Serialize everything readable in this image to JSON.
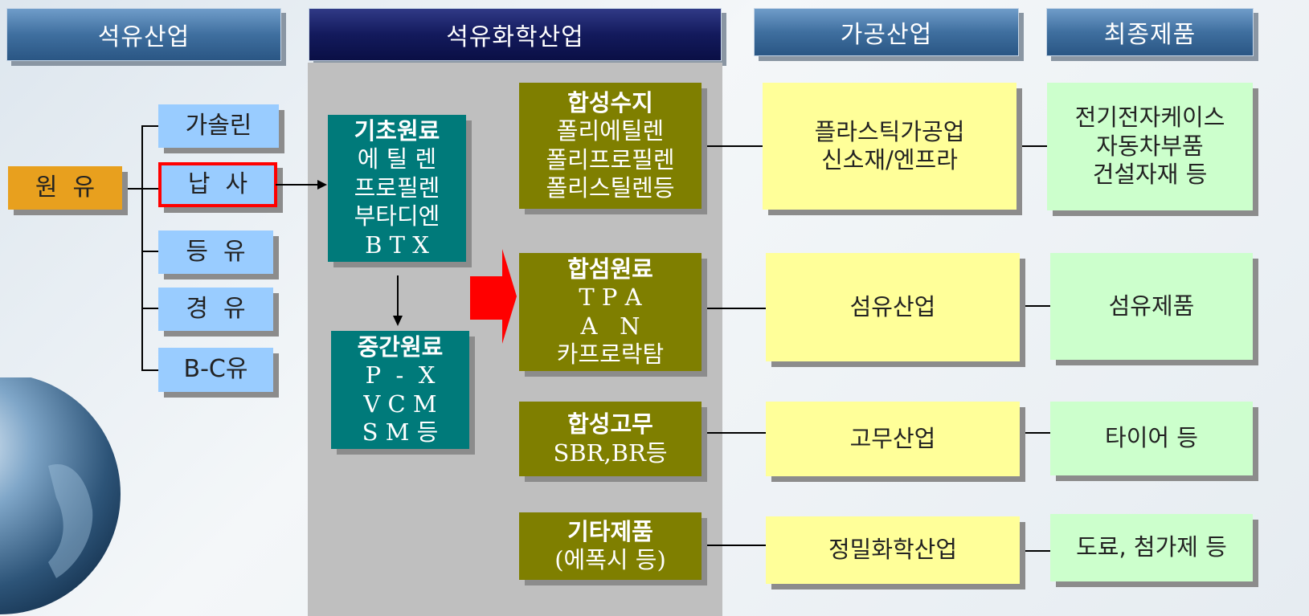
{
  "headers": {
    "petroleum": "석유산업",
    "petrochemical": "석유화학산업",
    "processing": "가공산업",
    "final": "최종제품"
  },
  "crude": "원  유",
  "refined": [
    "가솔린",
    "납  사",
    "등  유",
    "경  유",
    "B-C유"
  ],
  "basic": {
    "title": "기초원료",
    "lines": [
      "에 틸 렌",
      "프로필렌",
      "부타디엔",
      "B T X"
    ]
  },
  "intermediate": {
    "title": "중간원료",
    "lines": [
      "P  -  X",
      "V C M",
      "S M 등"
    ]
  },
  "products": [
    {
      "title": "합성수지",
      "lines": [
        "폴리에틸렌",
        "폴리프로필렌",
        "폴리스틸렌등"
      ]
    },
    {
      "title": "합섬원료",
      "lines": [
        "T P A",
        "A   N",
        "카프로락탐"
      ]
    },
    {
      "title": "합성고무",
      "lines": [
        "SBR,BR등"
      ]
    },
    {
      "title": "기타제품",
      "lines": [
        "(에폭시 등)"
      ]
    }
  ],
  "industries": [
    {
      "lines": [
        "플라스틱가공업",
        "신소재/엔프라"
      ]
    },
    {
      "lines": [
        "섬유산업"
      ]
    },
    {
      "lines": [
        "고무산업"
      ]
    },
    {
      "lines": [
        "정밀화학산업"
      ]
    }
  ],
  "finals": [
    {
      "lines": [
        "전기전자케이스",
        "자동차부품",
        "건설자재 등"
      ]
    },
    {
      "lines": [
        "섬유제품"
      ]
    },
    {
      "lines": [
        "타이어 등"
      ]
    },
    {
      "lines": [
        "도료, 첨가제 등"
      ]
    }
  ],
  "colors": {
    "highlight": "#ff0000",
    "teal": "#007a7a",
    "olive": "#7f7f00",
    "yellow": "#ffff99",
    "green": "#ccffcc",
    "blue": "#99ccff",
    "orange": "#e8a01e"
  }
}
